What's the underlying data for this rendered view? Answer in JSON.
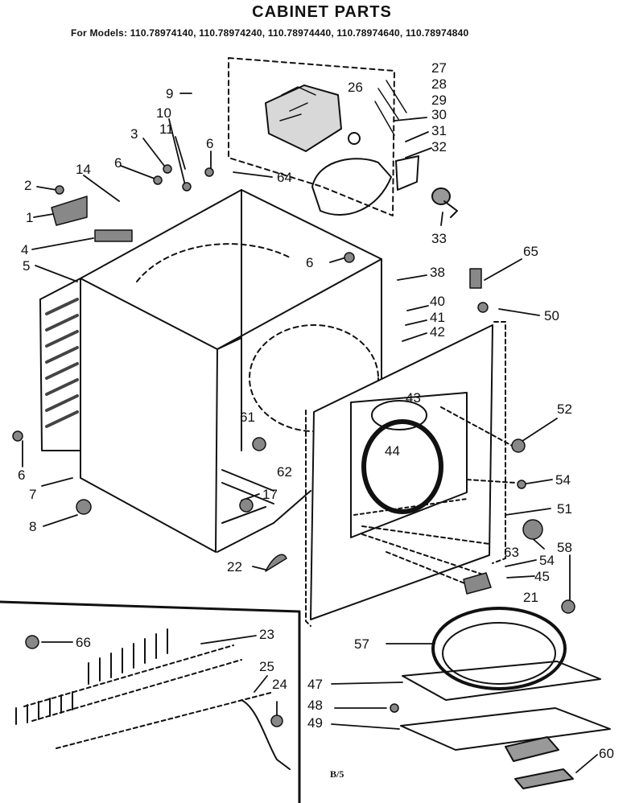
{
  "header": {
    "title": "CABINET PARTS",
    "models": "For Models: 110.78974140, 110.78974240, 110.78974440, 110.78974640, 110.78974840"
  },
  "footer": {
    "page_code": "B/5"
  },
  "callouts": [
    {
      "id": "c1",
      "text": "1"
    },
    {
      "id": "c2",
      "text": "2"
    },
    {
      "id": "c3",
      "text": "3"
    },
    {
      "id": "c4",
      "text": "4"
    },
    {
      "id": "c5",
      "text": "5"
    },
    {
      "id": "c6a",
      "text": "6"
    },
    {
      "id": "c6b",
      "text": "6"
    },
    {
      "id": "c6c",
      "text": "6"
    },
    {
      "id": "c6d",
      "text": "6"
    },
    {
      "id": "c7",
      "text": "7"
    },
    {
      "id": "c8",
      "text": "8"
    },
    {
      "id": "c9",
      "text": "9"
    },
    {
      "id": "c10",
      "text": "10"
    },
    {
      "id": "c11",
      "text": "11"
    },
    {
      "id": "c14",
      "text": "14"
    },
    {
      "id": "c17",
      "text": "17"
    },
    {
      "id": "c21",
      "text": "21"
    },
    {
      "id": "c22",
      "text": "22"
    },
    {
      "id": "c23",
      "text": "23"
    },
    {
      "id": "c24",
      "text": "24"
    },
    {
      "id": "c25",
      "text": "25"
    },
    {
      "id": "c26",
      "text": "26"
    },
    {
      "id": "c27",
      "text": "27"
    },
    {
      "id": "c28",
      "text": "28"
    },
    {
      "id": "c29",
      "text": "29"
    },
    {
      "id": "c30",
      "text": "30"
    },
    {
      "id": "c31",
      "text": "31"
    },
    {
      "id": "c32",
      "text": "32"
    },
    {
      "id": "c33",
      "text": "33"
    },
    {
      "id": "c38",
      "text": "38"
    },
    {
      "id": "c40",
      "text": "40"
    },
    {
      "id": "c41",
      "text": "41"
    },
    {
      "id": "c42",
      "text": "42"
    },
    {
      "id": "c43",
      "text": "43"
    },
    {
      "id": "c44",
      "text": "44"
    },
    {
      "id": "c45",
      "text": "45"
    },
    {
      "id": "c47",
      "text": "47"
    },
    {
      "id": "c48",
      "text": "48"
    },
    {
      "id": "c49",
      "text": "49"
    },
    {
      "id": "c50",
      "text": "50"
    },
    {
      "id": "c51",
      "text": "51"
    },
    {
      "id": "c52",
      "text": "52"
    },
    {
      "id": "c54a",
      "text": "54"
    },
    {
      "id": "c54b",
      "text": "54"
    },
    {
      "id": "c57",
      "text": "57"
    },
    {
      "id": "c58",
      "text": "58"
    },
    {
      "id": "c60",
      "text": "60"
    },
    {
      "id": "c61",
      "text": "61"
    },
    {
      "id": "c62",
      "text": "62"
    },
    {
      "id": "c63",
      "text": "63"
    },
    {
      "id": "c64",
      "text": "64"
    },
    {
      "id": "c65",
      "text": "65"
    },
    {
      "id": "c66",
      "text": "66"
    }
  ]
}
